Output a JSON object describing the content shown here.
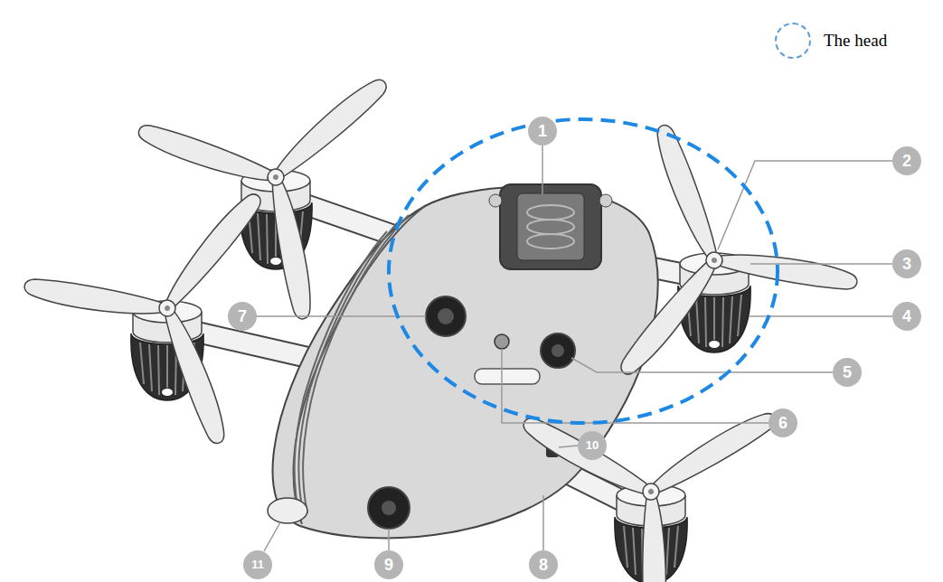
{
  "diagram": {
    "labels": [
      "1",
      "2",
      "3",
      "4",
      "5",
      "6",
      "7",
      "8",
      "9",
      "10",
      "11"
    ],
    "legend": [
      {
        "text": "The head"
      }
    ]
  }
}
